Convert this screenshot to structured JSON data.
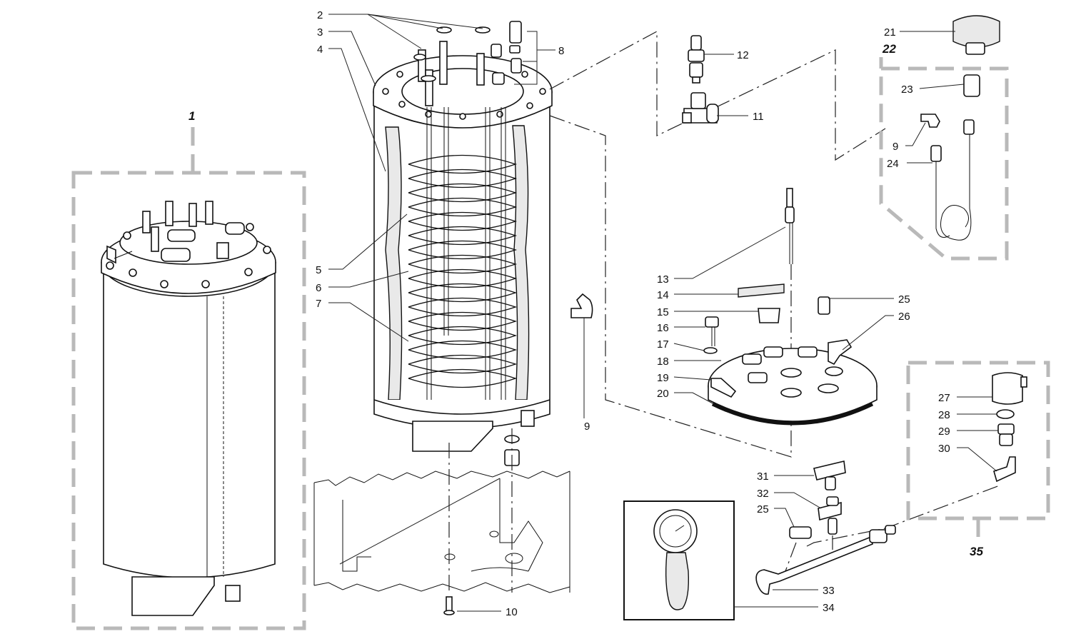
{
  "diagram": {
    "group_labels": {
      "g1": "1",
      "g22": "22",
      "g35": "35"
    },
    "part_labels": {
      "p2": "2",
      "p3": "3",
      "p4": "4",
      "p5": "5",
      "p6": "6",
      "p7": "7",
      "p8": "8",
      "p9a": "9",
      "p9b": "9",
      "p10": "10",
      "p11": "11",
      "p12": "12",
      "p13": "13",
      "p14": "14",
      "p15": "15",
      "p16": "16",
      "p17": "17",
      "p18": "18",
      "p19": "19",
      "p20": "20",
      "p21": "21",
      "p23": "23",
      "p24": "24",
      "p25a": "25",
      "p25b": "25",
      "p26": "26",
      "p27": "27",
      "p28": "28",
      "p29": "29",
      "p30": "30",
      "p31": "31",
      "p32": "32",
      "p33": "33",
      "p34": "34"
    }
  }
}
